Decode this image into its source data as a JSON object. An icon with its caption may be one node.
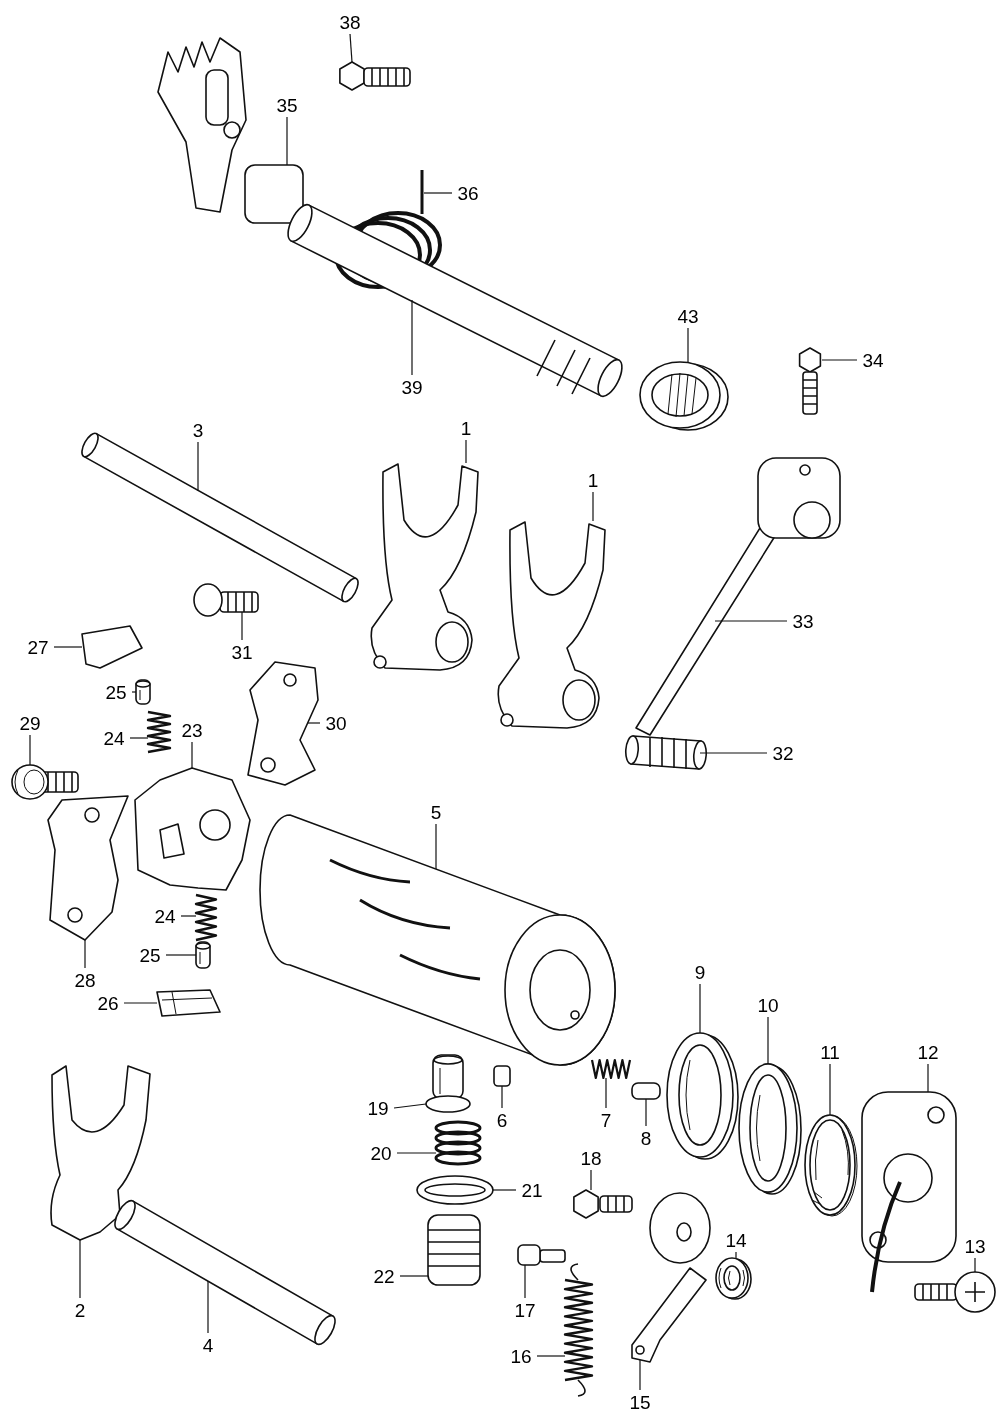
{
  "diagram": {
    "nodes": [
      {
        "text": [
          "38"
        ]
      },
      {
        "text": [],
        "shape": "picture"
      },
      {
        "text": [
          "35"
        ]
      },
      {
        "text": [],
        "shape": "picture"
      },
      {
        "text": [
          "36"
        ]
      },
      {
        "text": [],
        "shape": "picture"
      },
      {
        "text": [
          "39"
        ]
      },
      {
        "text": [],
        "shape": "picture"
      },
      {
        "text": [
          "43"
        ]
      },
      {
        "text": [],
        "shape": "picture"
      },
      {
        "text": [
          "34"
        ]
      },
      {
        "text": [],
        "shape": "picture"
      },
      {
        "text": [
          "3"
        ]
      },
      {
        "text": [],
        "shape": "picture"
      },
      {
        "text": [
          "1"
        ]
      },
      {
        "text": [],
        "shape": "picture"
      },
      {
        "text": [
          "1"
        ]
      },
      {
        "text": [],
        "shape": "picture"
      },
      {
        "text": [
          "33"
        ]
      },
      {
        "text": [],
        "shape": "picture"
      },
      {
        "text": [
          "31"
        ]
      },
      {
        "text": [],
        "shape": "picture"
      },
      {
        "text": [
          "27"
        ]
      },
      {
        "text": [],
        "shape": "picture"
      },
      {
        "text": [
          "30"
        ]
      },
      {
        "text": [],
        "shape": "picture"
      },
      {
        "text": [
          "25"
        ]
      },
      {
        "text": [],
        "shape": "picture"
      },
      {
        "text": [
          "29"
        ]
      },
      {
        "text": [],
        "shape": "picture"
      },
      {
        "text": [
          "24"
        ]
      },
      {
        "text": [],
        "shape": "picture"
      },
      {
        "text": [
          "23"
        ]
      },
      {
        "text": [],
        "shape": "picture"
      },
      {
        "text": [
          "32"
        ]
      },
      {
        "text": [],
        "shape": "picture"
      },
      {
        "text": [
          "5"
        ]
      },
      {
        "text": [],
        "shape": "picture"
      },
      {
        "text": [
          "24"
        ]
      },
      {
        "text": [],
        "shape": "picture"
      },
      {
        "text": [
          "25"
        ]
      },
      {
        "text": [],
        "shape": "picture"
      },
      {
        "text": [
          "28"
        ]
      },
      {
        "text": [],
        "shape": "picture"
      },
      {
        "text": [
          "9"
        ]
      },
      {
        "text": [],
        "shape": "picture"
      },
      {
        "text": [
          "26"
        ]
      },
      {
        "text": [],
        "shape": "picture"
      },
      {
        "text": [
          "10"
        ]
      },
      {
        "text": [],
        "shape": "picture"
      },
      {
        "text": [
          "11"
        ]
      },
      {
        "text": [],
        "shape": "picture"
      },
      {
        "text": [
          "12"
        ]
      },
      {
        "text": [],
        "shape": "picture"
      },
      {
        "text": [
          "19"
        ]
      },
      {
        "text": [],
        "shape": "picture"
      },
      {
        "text": [
          "6"
        ]
      },
      {
        "text": [],
        "shape": "picture"
      },
      {
        "text": [
          "7"
        ]
      },
      {
        "text": [],
        "shape": "picture"
      },
      {
        "text": [
          "8"
        ]
      },
      {
        "text": [],
        "shape": "picture"
      },
      {
        "text": [
          "20"
        ]
      },
      {
        "text": [],
        "shape": "picture"
      },
      {
        "text": [
          "18"
        ]
      },
      {
        "text": [],
        "shape": "picture"
      },
      {
        "text": [
          "21"
        ]
      },
      {
        "text": [],
        "shape": "picture"
      },
      {
        "text": [
          "13"
        ]
      },
      {
        "text": [],
        "shape": "picture"
      },
      {
        "text": [
          "14"
        ]
      },
      {
        "text": [],
        "shape": "picture"
      },
      {
        "text": [
          "22"
        ]
      },
      {
        "text": [],
        "shape": "picture"
      },
      {
        "text": [
          "2"
        ]
      },
      {
        "text": [],
        "shape": "picture"
      },
      {
        "text": [
          "17"
        ]
      },
      {
        "text": [],
        "shape": "picture"
      },
      {
        "text": [
          "4"
        ]
      },
      {
        "text": [],
        "shape": "picture"
      },
      {
        "text": [
          "16"
        ]
      },
      {
        "text": [],
        "shape": "picture"
      },
      {
        "text": [
          "15"
        ]
      },
      {
        "text": [],
        "shape": "picture"
      }
    ],
    "edges": [
      {
        "from": 0,
        "to": 1,
        "arrow": "none"
      },
      {
        "from": 2,
        "to": 3,
        "arrow": "none"
      },
      {
        "from": 4,
        "to": 5,
        "arrow": "none"
      },
      {
        "from": 6,
        "to": 7,
        "arrow": "none"
      },
      {
        "from": 8,
        "to": 9,
        "arrow": "none"
      },
      {
        "from": 10,
        "to": 11,
        "arrow": "none"
      },
      {
        "from": 12,
        "to": 13,
        "arrow": "none"
      },
      {
        "from": 14,
        "to": 15,
        "arrow": "none"
      },
      {
        "from": 16,
        "to": 17,
        "arrow": "none"
      },
      {
        "from": 18,
        "to": 19,
        "arrow": "none"
      },
      {
        "from": 20,
        "to": 21,
        "arrow": "none"
      },
      {
        "from": 22,
        "to": 23,
        "arrow": "none"
      },
      {
        "from": 24,
        "to": 25,
        "arrow": "none"
      },
      {
        "from": 26,
        "to": 27,
        "arrow": "none"
      },
      {
        "from": 28,
        "to": 29,
        "arrow": "none"
      },
      {
        "from": 30,
        "to": 31,
        "arrow": "none"
      },
      {
        "from": 32,
        "to": 33,
        "arrow": "none"
      },
      {
        "from": 34,
        "to": 35,
        "arrow": "none"
      },
      {
        "from": 36,
        "to": 37,
        "arrow": "none"
      },
      {
        "from": 38,
        "to": 39,
        "arrow": "none"
      },
      {
        "from": 40,
        "to": 41,
        "arrow": "none"
      },
      {
        "from": 42,
        "to": 43,
        "arrow": "none"
      },
      {
        "from": 44,
        "to": 45,
        "arrow": "none"
      },
      {
        "from": 46,
        "to": 47,
        "arrow": "none"
      },
      {
        "from": 48,
        "to": 49,
        "arrow": "none"
      },
      {
        "from": 50,
        "to": 51,
        "arrow": "none"
      },
      {
        "from": 52,
        "to": 53,
        "arrow": "none"
      },
      {
        "from": 54,
        "to": 55,
        "arrow": "none"
      },
      {
        "from": 56,
        "to": 57,
        "arrow": "none"
      },
      {
        "from": 58,
        "to": 59,
        "arrow": "none"
      },
      {
        "from": 60,
        "to": 61,
        "arrow": "none"
      },
      {
        "from": 62,
        "to": 63,
        "arrow": "none"
      },
      {
        "from": 64,
        "to": 65,
        "arrow": "none"
      },
      {
        "from": 66,
        "to": 67,
        "arrow": "none"
      },
      {
        "from": 68,
        "to": 69,
        "arrow": "none"
      },
      {
        "from": 70,
        "to": 71,
        "arrow": "none"
      },
      {
        "from": 72,
        "to": 73,
        "arrow": "none"
      },
      {
        "from": 74,
        "to": 75,
        "arrow": "none"
      },
      {
        "from": 76,
        "to": 77,
        "arrow": "none"
      },
      {
        "from": 78,
        "to": 79,
        "arrow": "none"
      },
      {
        "from": 80,
        "to": 81,
        "arrow": "none"
      },
      {
        "from": 82,
        "to": 83,
        "arrow": "none"
      }
    ]
  }
}
